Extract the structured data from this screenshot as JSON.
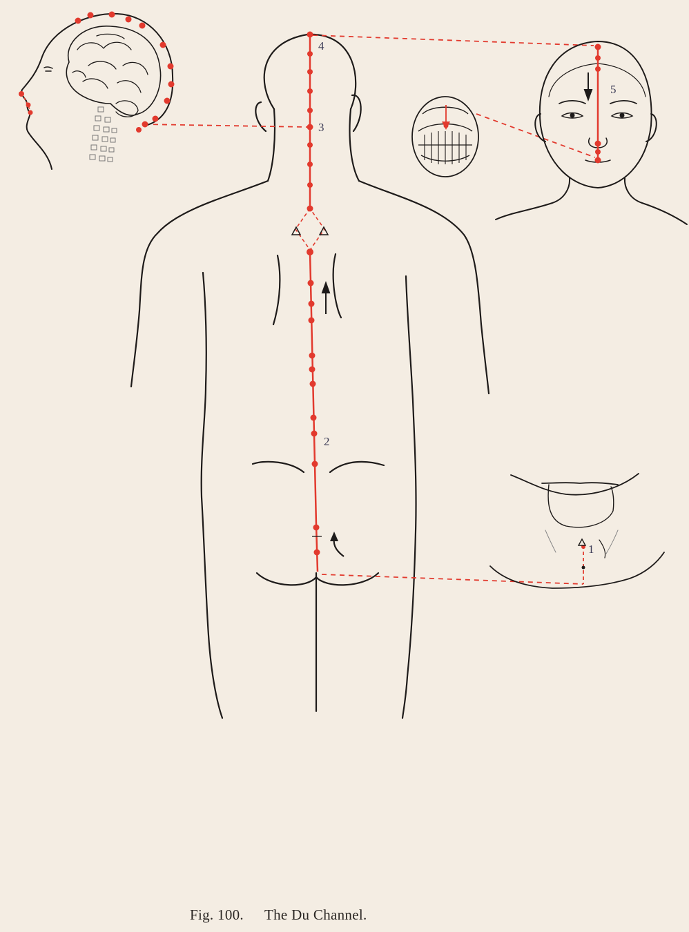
{
  "figure": {
    "caption_prefix": "Fig. 100.",
    "caption_title": "The Du Channel.",
    "point_labels": [
      "1",
      "2",
      "3",
      "4",
      "5"
    ],
    "colors": {
      "background": "#f4ede3",
      "outline": "#1e1b1a",
      "channel": "#e23a2e",
      "label": "#3a3a55"
    }
  }
}
